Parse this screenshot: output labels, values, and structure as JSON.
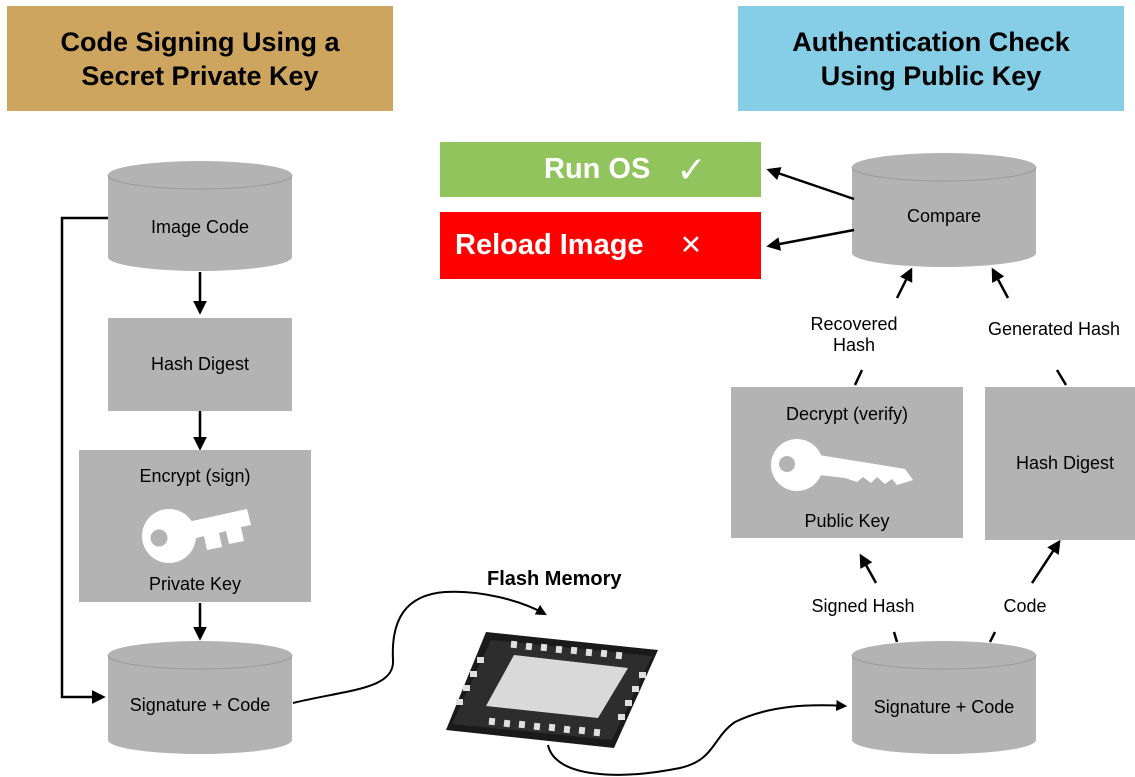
{
  "left_title": "Code Signing Using a Secret Private Key",
  "right_title": "Authentication Check Using Public Key",
  "colors": {
    "left_title_bg": "#cda55f",
    "right_title_bg": "#86cde6",
    "box_gray": "#b3b3b3",
    "run_green": "#92c45e",
    "reload_red": "#ff0000"
  },
  "left_flow": {
    "image_code": "Image Code",
    "hash_digest": "Hash Digest",
    "encrypt_label": "Encrypt (sign)",
    "private_key": "Private Key",
    "signature_code": "Signature + Code"
  },
  "flash_memory": "Flash Memory",
  "right_flow": {
    "compare": "Compare",
    "run_os": "Run OS",
    "run_os_icon": "✓",
    "reload_image": "Reload Image",
    "reload_icon": "✕",
    "recovered_hash_line1": "Recovered",
    "recovered_hash_line2": "Hash",
    "generated_hash": "Generated Hash",
    "decrypt_label": "Decrypt (verify)",
    "public_key": "Public Key",
    "hash_digest": "Hash Digest",
    "signed_hash": "Signed Hash",
    "code": "Code",
    "signature_code": "Signature + Code"
  },
  "icons": [
    "key-icon",
    "flash-chip-icon",
    "checkmark-icon",
    "x-mark-icon"
  ]
}
